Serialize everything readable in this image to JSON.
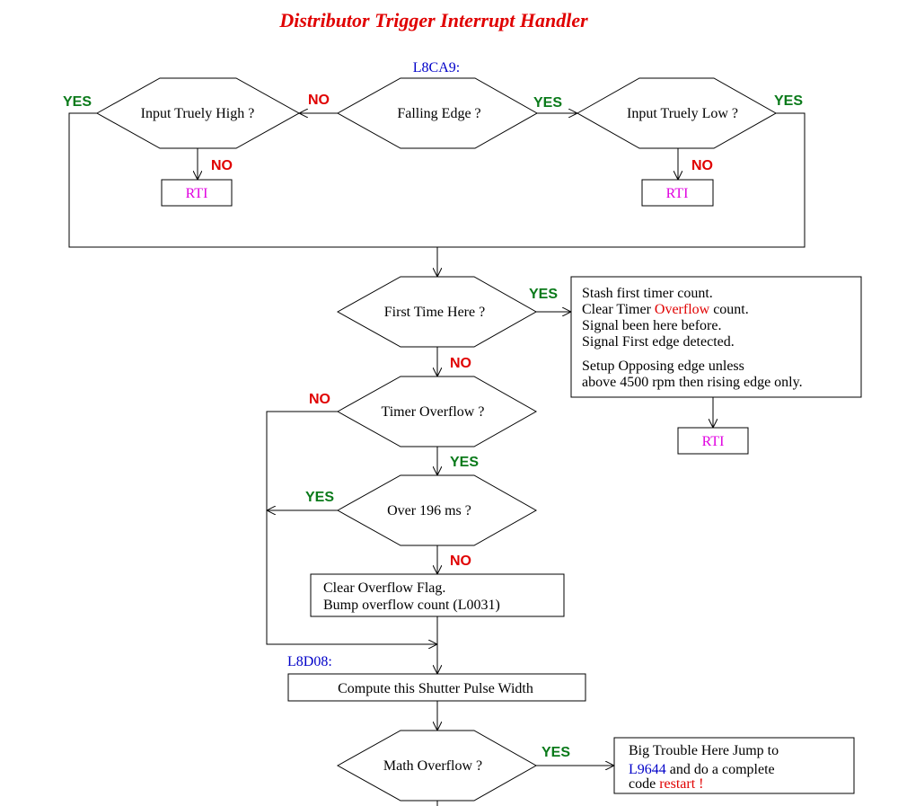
{
  "title": "Distributor Trigger Interrupt Handler",
  "labels": {
    "entry": "L8CA9:",
    "compute_entry": "L8D08:"
  },
  "decisions": {
    "falling_edge": "Falling Edge ?",
    "input_truely_high": "Input Truely High ?",
    "input_truely_low": "Input Truely Low ?",
    "first_time_here": "First Time Here ?",
    "timer_overflow": "Timer Overflow ?",
    "over_196ms": "Over 196 ms ?",
    "math_overflow": "Math Overflow ?"
  },
  "branches": {
    "yes": "YES",
    "no": "NO"
  },
  "terminals": {
    "rti": "RTI"
  },
  "processes": {
    "stash": {
      "line1": "Stash first timer count.",
      "line2_pre": "Clear Timer ",
      "line2_red": "Overflow",
      "line2_post": " count.",
      "line3": "Signal been here before.",
      "line4": "Signal First edge detected.",
      "line5": "Setup Opposing edge unless",
      "line6": "above 4500 rpm then rising edge only."
    },
    "clear_overflow": {
      "line1": "Clear Overflow Flag.",
      "line2": "Bump overflow count (L0031)"
    },
    "compute": "Compute this Shutter Pulse Width",
    "big_trouble": {
      "line1": "Big Trouble Here  Jump to",
      "line2_link": "L9644",
      "line2_post": " and do a complete",
      "line3_pre": "code ",
      "line3_red": "restart !"
    }
  }
}
